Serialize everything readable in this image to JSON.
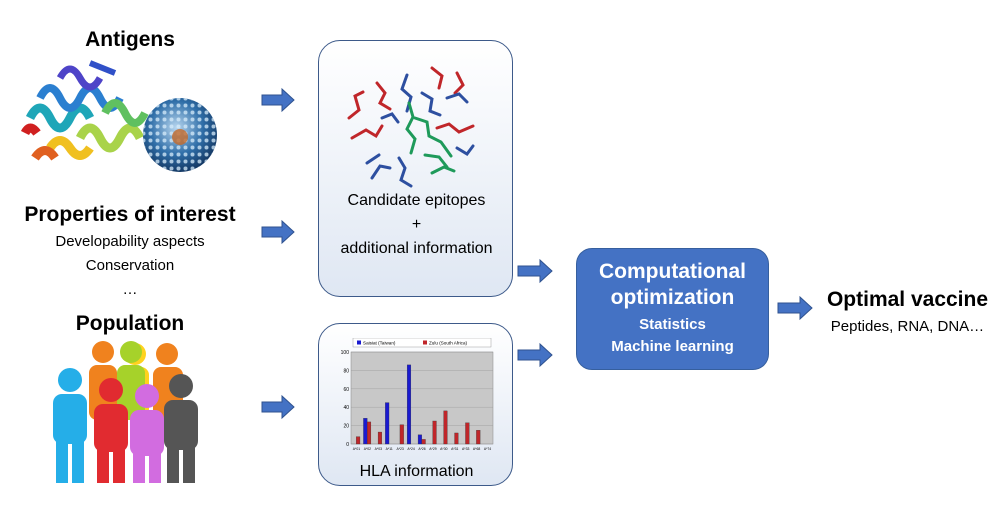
{
  "inputs": {
    "antigens_title": "Antigens",
    "properties_title": "Properties of interest",
    "properties_items": [
      "Developability aspects",
      "Conservation",
      "…"
    ],
    "population_title": "Population"
  },
  "epitope_box": {
    "line1": "Candidate epitopes",
    "line2": "+",
    "line3": "additional information"
  },
  "hla_box": {
    "label": "HLA information"
  },
  "optimization": {
    "title_line1": "Computational",
    "title_line2": "optimization",
    "sub1": "Statistics",
    "sub2": "Machine learning"
  },
  "output": {
    "title": "Optimal vaccine",
    "subtitle": "Peptides, RNA, DNA…"
  },
  "colors": {
    "arrow": "#4472c4",
    "opt_box": "#4472c4",
    "series1": "#1a1ad0",
    "series2": "#c0262a",
    "chart_bg": "#c8c8c8"
  },
  "chart_data": {
    "type": "bar",
    "ylim": [
      0,
      100
    ],
    "yticks": [
      0,
      20,
      40,
      60,
      80,
      100
    ],
    "categories": [
      "A*01",
      "A*02",
      "A*03",
      "A*11",
      "A*23",
      "A*24",
      "A*26",
      "A*29",
      "A*30",
      "A*31",
      "A*33",
      "A*68",
      "A*74"
    ],
    "series": [
      {
        "name": "Saisiat (Taiwan)",
        "values": [
          0,
          28,
          0,
          45,
          0,
          86,
          10,
          0,
          0,
          0,
          0,
          0,
          0
        ]
      },
      {
        "name": "Zulu (South Africa)",
        "values": [
          8,
          24,
          13,
          0,
          21,
          0,
          5,
          25,
          36,
          12,
          23,
          15,
          0
        ]
      }
    ]
  }
}
